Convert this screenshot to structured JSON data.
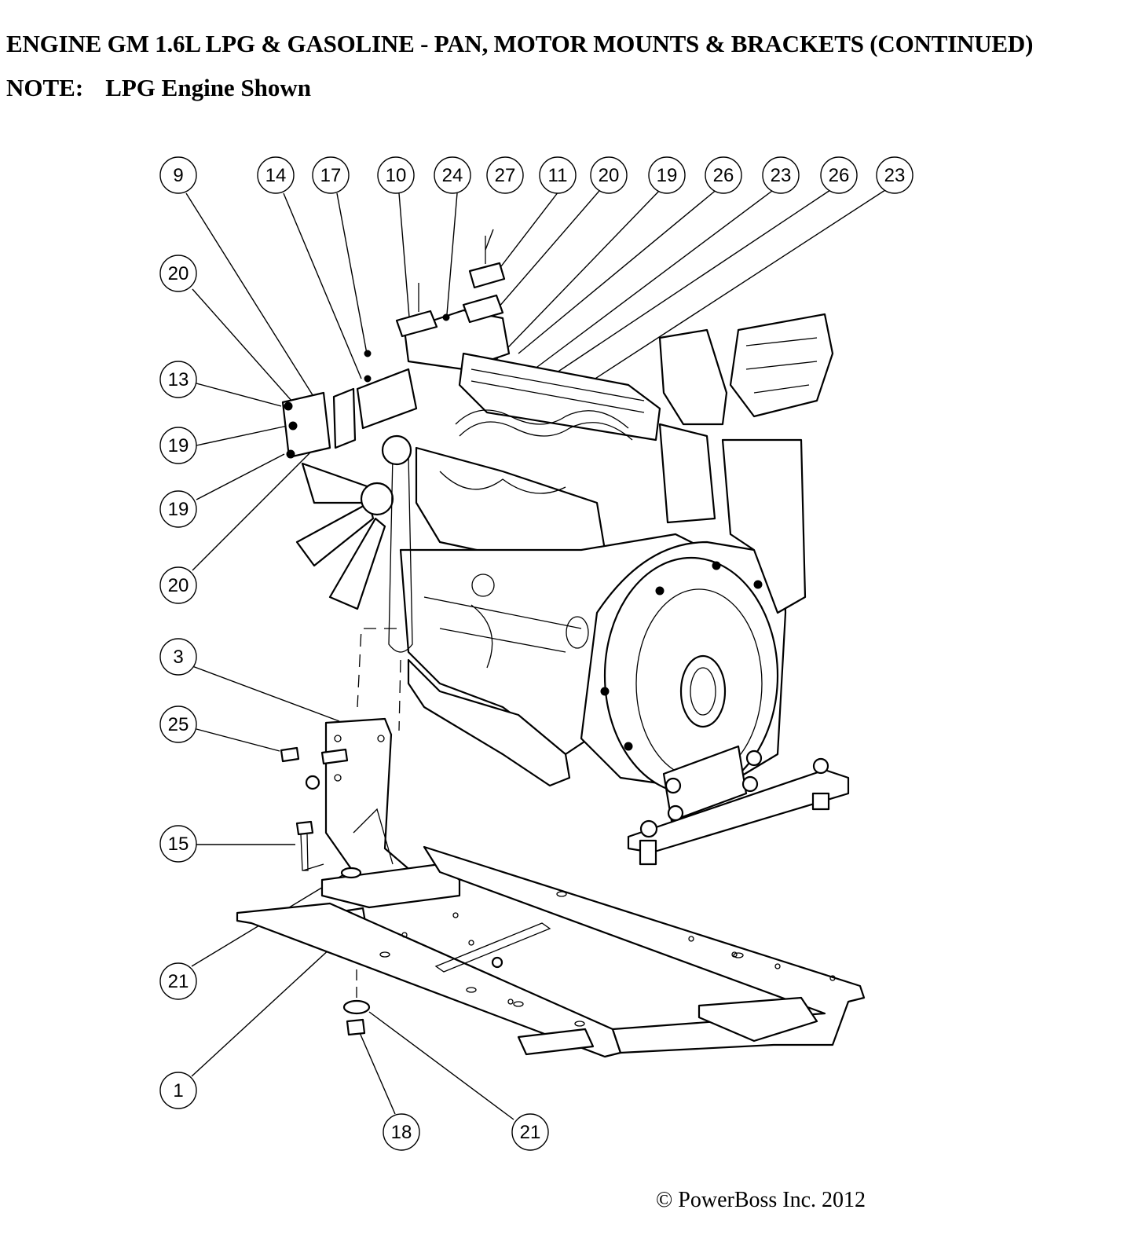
{
  "header": {
    "title": "ENGINE GM 1.6L LPG & GASOLINE - PAN, MOTOR MOUNTS & BRACKETS (CONTINUED)",
    "note_label": "NOTE:",
    "note_text": "LPG Engine Shown"
  },
  "footer": {
    "copyright": "© PowerBoss Inc. 2012"
  },
  "callouts": [
    {
      "id": "c-9",
      "label": "9"
    },
    {
      "id": "c-14",
      "label": "14"
    },
    {
      "id": "c-17",
      "label": "17"
    },
    {
      "id": "c-10",
      "label": "10"
    },
    {
      "id": "c-24",
      "label": "24"
    },
    {
      "id": "c-27",
      "label": "27"
    },
    {
      "id": "c-11",
      "label": "11"
    },
    {
      "id": "c-20a",
      "label": "20"
    },
    {
      "id": "c-19a",
      "label": "19"
    },
    {
      "id": "c-26a",
      "label": "26"
    },
    {
      "id": "c-23a",
      "label": "23"
    },
    {
      "id": "c-26b",
      "label": "26"
    },
    {
      "id": "c-23b",
      "label": "23"
    },
    {
      "id": "c-20b",
      "label": "20"
    },
    {
      "id": "c-13",
      "label": "13"
    },
    {
      "id": "c-19b",
      "label": "19"
    },
    {
      "id": "c-19c",
      "label": "19"
    },
    {
      "id": "c-20c",
      "label": "20"
    },
    {
      "id": "c-3",
      "label": "3"
    },
    {
      "id": "c-25",
      "label": "25"
    },
    {
      "id": "c-15",
      "label": "15"
    },
    {
      "id": "c-21a",
      "label": "21"
    },
    {
      "id": "c-1",
      "label": "1"
    },
    {
      "id": "c-18",
      "label": "18"
    },
    {
      "id": "c-21b",
      "label": "21"
    }
  ]
}
